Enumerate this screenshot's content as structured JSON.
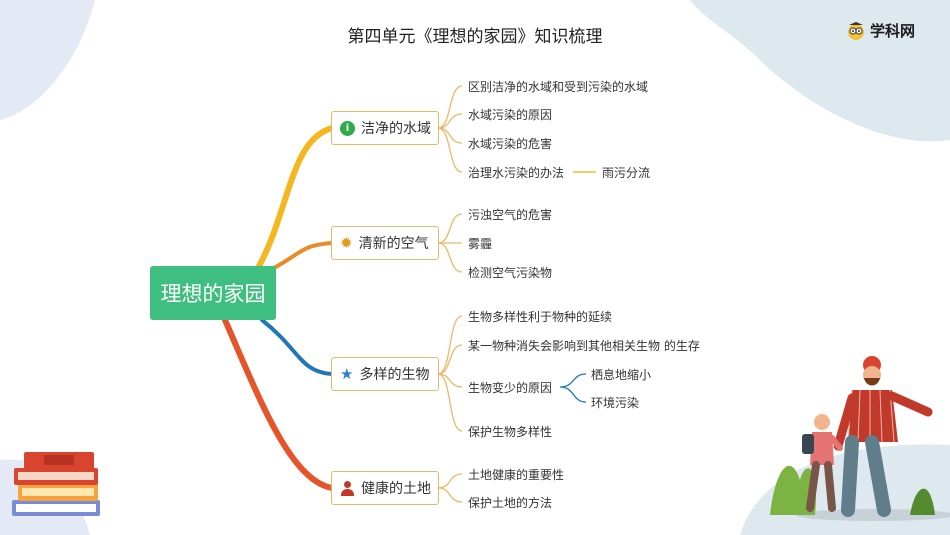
{
  "title": "第四单元《理想的家园》知识梳理",
  "logo": {
    "text": "学科网",
    "icon": "owl-logo-icon"
  },
  "center": {
    "label": "理想的家园"
  },
  "branches": [
    {
      "label": "洁净的水域",
      "icon": "info-icon",
      "color": "#2eaa4a",
      "items": [
        "区别洁净的水域和受到污染的水域",
        "水域污染的原因",
        "水域污染的危害",
        "治理水污染的办法"
      ],
      "sub": {
        "parent": "治理水污染的办法",
        "items": [
          "雨污分流"
        ]
      }
    },
    {
      "label": "清新的空气",
      "icon": "gear-icon",
      "color": "#e79a1c",
      "items": [
        "污浊空气的危害",
        "雾霾",
        "检测空气污染物"
      ]
    },
    {
      "label": "多样的生物",
      "icon": "star-icon",
      "color": "#2f7ed8",
      "items": [
        "生物多样性利于物种的延续",
        "某一物种消失会影响到其他相关生物 的生存",
        "生物变少的原因",
        "保护生物多样性"
      ],
      "sub": {
        "parent": "生物变少的原因",
        "items": [
          "栖息地缩小",
          "环境污染"
        ]
      }
    },
    {
      "label": "健康的土地",
      "icon": "person-icon",
      "color": "#c0392b",
      "items": [
        "土地健康的重要性",
        "保护土地的方法"
      ]
    }
  ],
  "colors": {
    "center": "#3fbf7f",
    "branch_border": "#e8b86a",
    "connector": "#e8b86a"
  }
}
